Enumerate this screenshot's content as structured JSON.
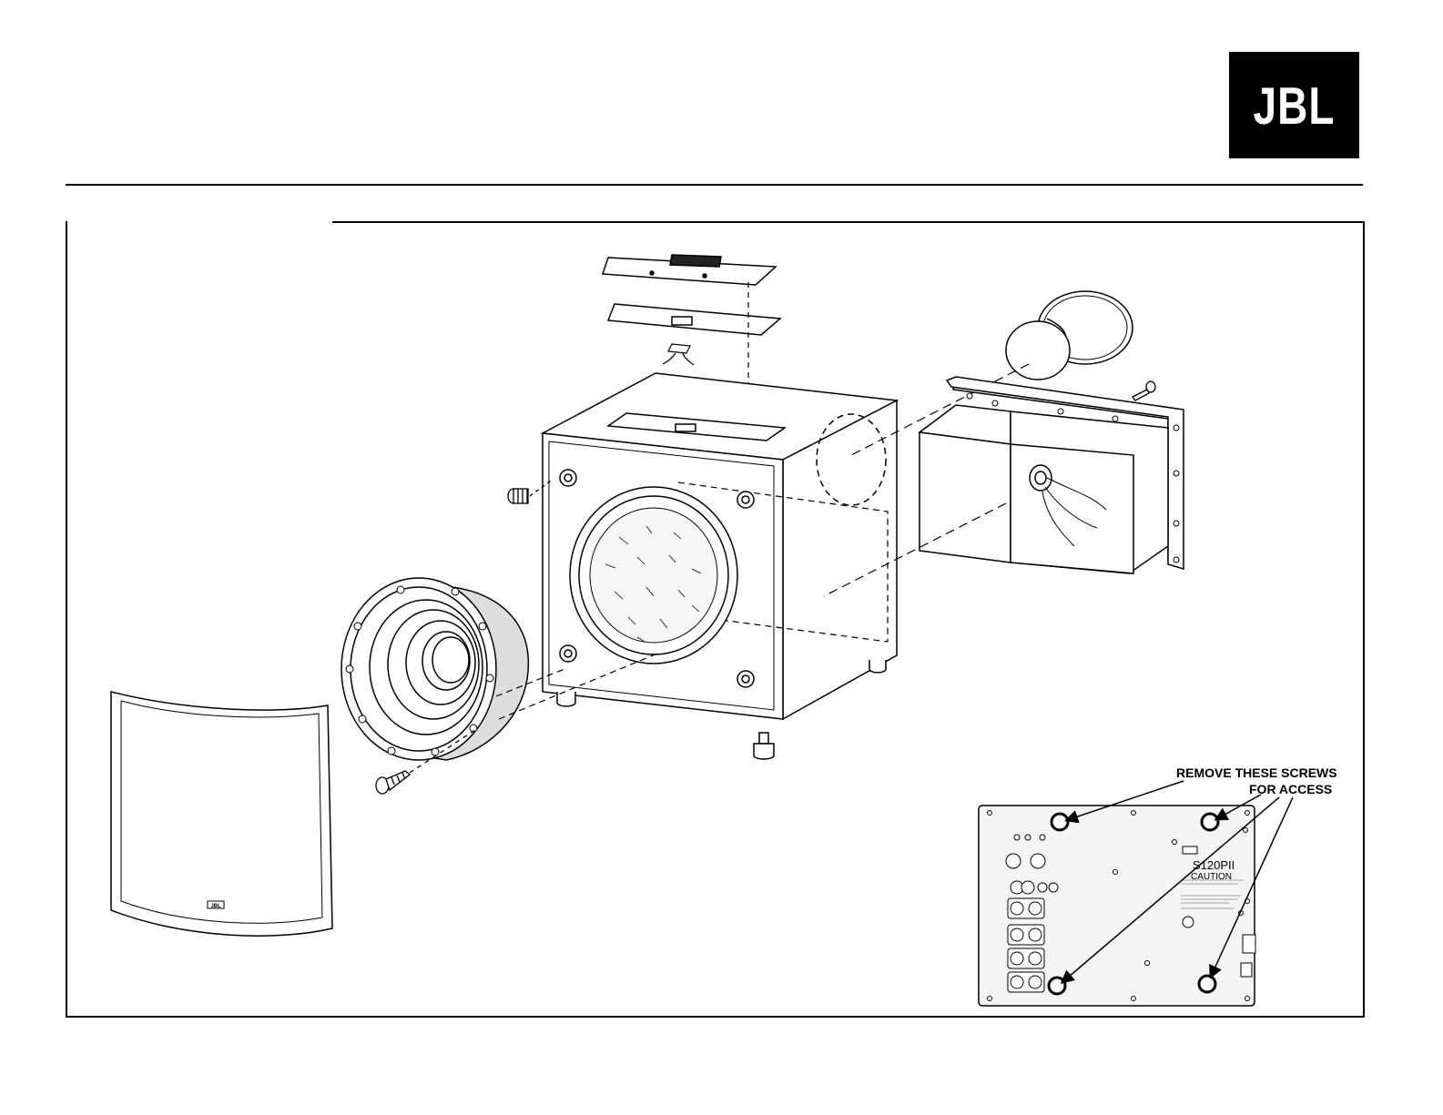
{
  "header": {
    "logo_text": "JBL"
  },
  "callout": {
    "line1": "REMOVE THESE SCREWS",
    "line2": "FOR ACCESS"
  },
  "rear_panel": {
    "model": "S120PII",
    "caution": "CAUTION"
  },
  "grille": {
    "badge": "JBL"
  },
  "colors": {
    "ink": "#000000",
    "paper": "#ffffff",
    "panel": "#f4f4f4"
  }
}
